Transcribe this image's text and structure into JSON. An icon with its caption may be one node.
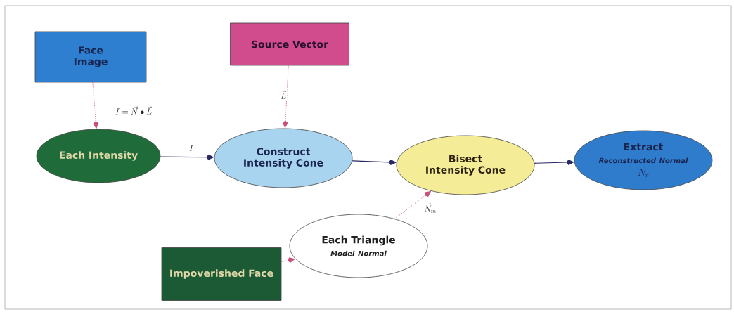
{
  "diagram": {
    "nodes": [
      {
        "text": [
          "Face Image"
        ]
      },
      {
        "text": [
          "Source Vector"
        ]
      },
      {
        "text": [
          "Each Intensity"
        ]
      },
      {
        "text": [
          "Construct Intensity Cone"
        ]
      },
      {
        "text": [
          "Bisect Intensity Cone"
        ]
      },
      {
        "text": [
          "Extract",
          "Reconstructed Normal",
          "\\vec{N}_{r}"
        ]
      },
      {
        "text": [
          "Each Triangle",
          "Model Normal"
        ]
      },
      {
        "text": [
          "Impoverished Face"
        ]
      }
    ],
    "edges": [
      {
        "from": 0,
        "to": 2,
        "arrow": "to",
        "style": "dashed",
        "label": "I = \\vec{N} \\bullet \\vec{L}"
      },
      {
        "from": 1,
        "to": 3,
        "arrow": "to",
        "style": "dashed",
        "label": "\\vec{L}"
      },
      {
        "from": 2,
        "to": 3,
        "arrow": "to",
        "color": "#282864",
        "label": "I"
      },
      {
        "from": 3,
        "to": 4,
        "arrow": "to",
        "color": "#282864"
      },
      {
        "from": 4,
        "to": 5,
        "arrow": "to",
        "color": "#282864"
      },
      {
        "from": 6,
        "to": 4,
        "arrow": "to",
        "style": "dashed",
        "label": "\\vec{N}_{m}"
      },
      {
        "from": 7,
        "to": 6,
        "arrow": "to",
        "style": "dashed"
      }
    ]
  }
}
